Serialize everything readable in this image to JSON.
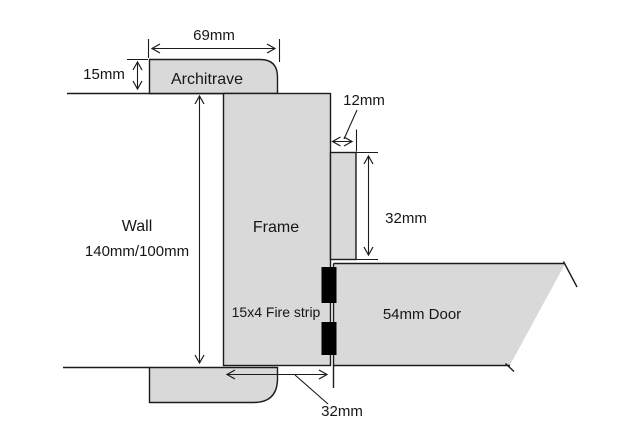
{
  "diagram": {
    "type": "technical-drawing",
    "subject": "Fire door frame cross-section",
    "colors": {
      "background": "#ffffff",
      "timber_fill": "#d9d9d9",
      "line": "#1c1c1c",
      "fire_strip_fill": "#000000"
    },
    "labels": {
      "architrave": "Architrave",
      "wall_name": "Wall",
      "wall_size": "140mm/100mm",
      "frame": "Frame",
      "fire_strip": "15x4 Fire strip",
      "door": "54mm Door"
    },
    "dimensions": {
      "architrave_width": "69mm",
      "architrave_thickness": "15mm",
      "door_stop_width": "12mm",
      "door_stop_height": "32mm",
      "frame_bottom_width": "32mm"
    }
  }
}
